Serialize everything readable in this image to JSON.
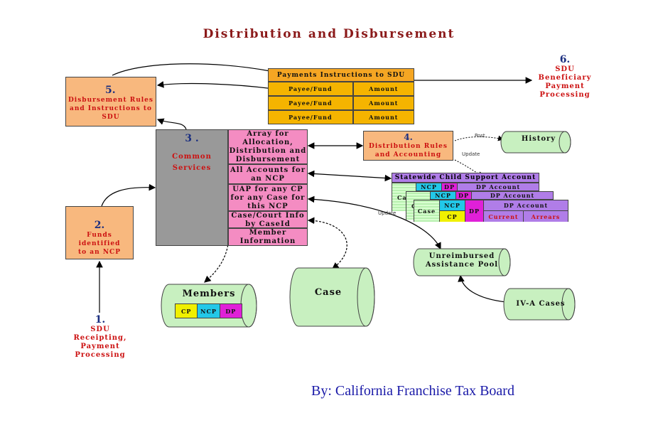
{
  "title": "Distribution and Disbursement",
  "credit": "By: California Franchise Tax Board",
  "box1": {
    "number": "1.",
    "lines": [
      "SDU",
      "Receipting,",
      "Payment",
      "Processing"
    ]
  },
  "box2": {
    "number": "2.",
    "lines": [
      "Funds identified",
      "to an NCP"
    ]
  },
  "box3": {
    "number": "3 .",
    "lines": [
      "Common",
      "Services"
    ]
  },
  "box4": {
    "number": "4.",
    "lines": [
      "Distribution Rules",
      "and Accounting"
    ]
  },
  "box5": {
    "number": "5.",
    "lines": [
      "Disbursement  Rules",
      "and Instructions to",
      "SDU"
    ]
  },
  "box6": {
    "number": "6.",
    "lines": [
      "SDU",
      "Beneficiary",
      "Payment",
      "Processing"
    ]
  },
  "payments": {
    "header": "Payments Instructions to SDU",
    "rows": [
      {
        "left": "Payee/Fund",
        "right": "Amount"
      },
      {
        "left": "Payee/Fund",
        "right": "Amount"
      },
      {
        "left": "Payee/Fund",
        "right": "Amount"
      }
    ]
  },
  "services": [
    [
      "Array for",
      "Allocation,",
      "Distribution and",
      "Disbursement"
    ],
    [
      "All Accounts for",
      "an NCP"
    ],
    [
      "UAP for any CP",
      "for any Case for",
      "this NCP"
    ],
    [
      "Case/Court Info",
      "by CaseId"
    ],
    [
      "Member",
      "Information"
    ]
  ],
  "history": "History",
  "post_label": "Post",
  "update_label": "Update",
  "account": {
    "header": "Statewide Child Support Account",
    "case_back": "Cas",
    "case": "Case",
    "ncp": "NCP",
    "cp": "CP",
    "dp": "DP",
    "dp_account": "DP Account",
    "current": "Current",
    "arrears": "Arrears"
  },
  "update_label2": "Update",
  "unreimbursed": [
    "Unreimbursed",
    "Assistance Pool"
  ],
  "iva": "IV-A Cases",
  "members": {
    "label": "Members",
    "cp": "CP",
    "ncp": "NCP",
    "dp": "DP"
  },
  "case_label": "Case"
}
